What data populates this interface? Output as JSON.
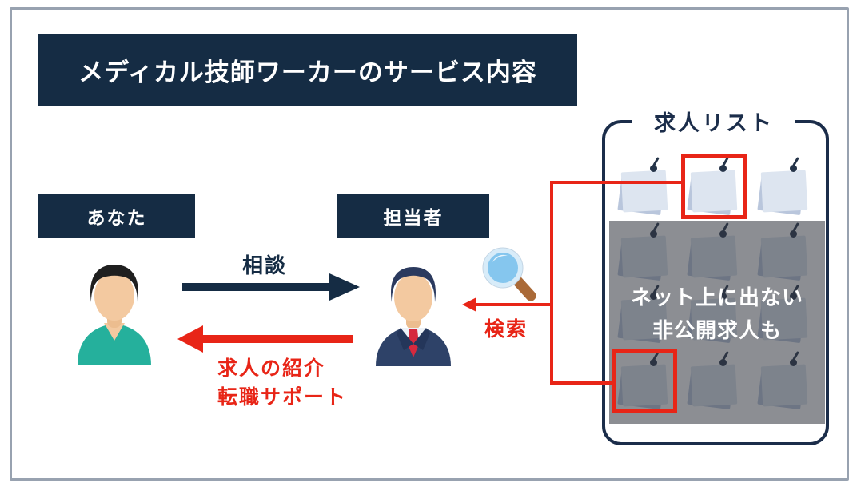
{
  "title": "メディカル技師ワーカーのサービス内容",
  "actors": {
    "you": "あなた",
    "agent": "担当者"
  },
  "flow": {
    "consult": "相談",
    "intro_line1": "求人の紹介",
    "intro_line2": "転職サポート",
    "search": "検索"
  },
  "job_list": {
    "title": "求人リスト",
    "overlay_line1": "ネット上に出ない",
    "overlay_line2": "非公開求人も",
    "grid": {
      "rows": 4,
      "cols": 3,
      "highlighted": [
        [
          0,
          1
        ],
        [
          3,
          0
        ]
      ]
    }
  },
  "icons": {
    "search": "magnifier-icon",
    "you_avatar": "scrubs-person-icon",
    "agent_avatar": "suit-person-icon",
    "pin": "pushpin-icon"
  },
  "colors": {
    "navy": "#152c44",
    "panel_border": "#1b2d4a",
    "red": "#e82517",
    "teal": "#25b09c",
    "frame": "#98a2b0"
  }
}
